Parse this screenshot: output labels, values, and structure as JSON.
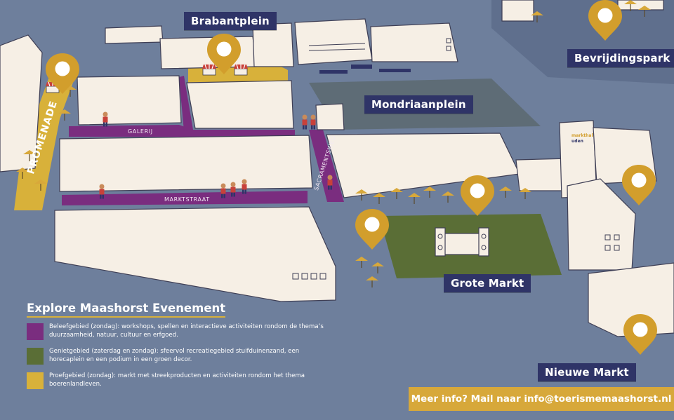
{
  "places": {
    "brabantplein": "Brabantplein",
    "bevrijdingspark": "Bevrijdingspark",
    "mondriaanplein": "Mondriaanplein",
    "grote_markt": "Grote Markt",
    "nieuwe_markt": "Nieuwe Markt"
  },
  "streets": {
    "promenade": "PROMENADE",
    "galerij": "GALERIJ",
    "marktstraat": "MARKTSTRAAT",
    "sacramentsweg": "SACRAMENTSWEG"
  },
  "building_signs": {
    "markthal": "markthal",
    "uden": "uden"
  },
  "legend": {
    "title": "Explore Maashorst Evenement",
    "items": [
      {
        "color": "#7a2d7f",
        "text": "Beleefgebied (zondag): workshops, spellen en interactieve activiteiten rondom de thema’s duurzaamheid, natuur, cultuur en erfgoed."
      },
      {
        "color": "#5a6e36",
        "text": "Genietgebied (zaterdag en zondag): sfeervol recreatiegebied stuifduinenzand, een horecaplein en een podium in een groen decor."
      },
      {
        "color": "#d8b13a",
        "text": "Proefgebied (zondag): markt met streekproducten en activiteiten rondom het thema boerenlandleven."
      }
    ]
  },
  "contact": "Meer info? Mail naar info@toerismemaashorst.nl",
  "colors": {
    "background": "#6e7f9c",
    "building": "#f6efe5",
    "purple_zone": "#7a2d7f",
    "green_zone": "#5a6e36",
    "yellow_zone": "#d8b13a",
    "label_bg": "#2f3467",
    "pin": "#d29e2c"
  },
  "icons": [
    "location-pin-icon",
    "parasol-icon",
    "stage-icon",
    "person-icon",
    "market-stall-icon"
  ]
}
